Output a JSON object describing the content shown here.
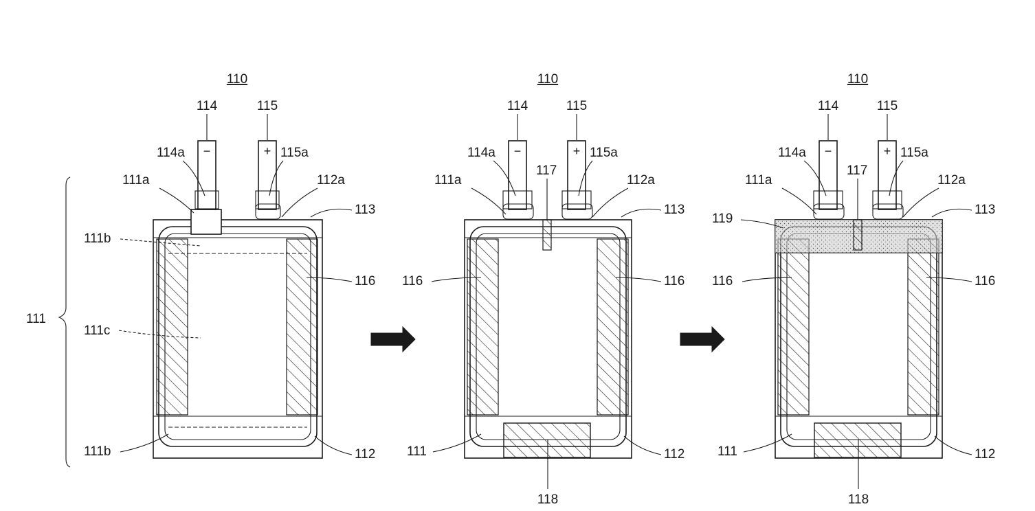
{
  "colors": {
    "ink": "#1a1a1a",
    "fill_white": "#ffffff",
    "sealant": "#d8d8d8"
  },
  "panels": [
    {
      "title": "110",
      "labels": [
        "114",
        "115",
        "114a",
        "115a",
        "111a",
        "112a",
        "113",
        "111b",
        "116",
        "111",
        "111c",
        "111b",
        "112"
      ],
      "signs": {
        "neg": "−",
        "pos": "+"
      }
    },
    {
      "title": "110",
      "labels": [
        "114",
        "115",
        "114a",
        "115a",
        "111a",
        "117",
        "112a",
        "113",
        "116",
        "116",
        "111",
        "112",
        "118"
      ],
      "signs": {
        "neg": "−",
        "pos": "+"
      }
    },
    {
      "title": "110",
      "labels": [
        "114",
        "115",
        "114a",
        "115a",
        "111a",
        "117",
        "112a",
        "113",
        "119",
        "116",
        "116",
        "111",
        "112",
        "118"
      ],
      "signs": {
        "neg": "−",
        "pos": "+"
      }
    }
  ],
  "arrows": [
    {
      "icon": "right-arrow-icon"
    },
    {
      "icon": "right-arrow-icon"
    }
  ]
}
